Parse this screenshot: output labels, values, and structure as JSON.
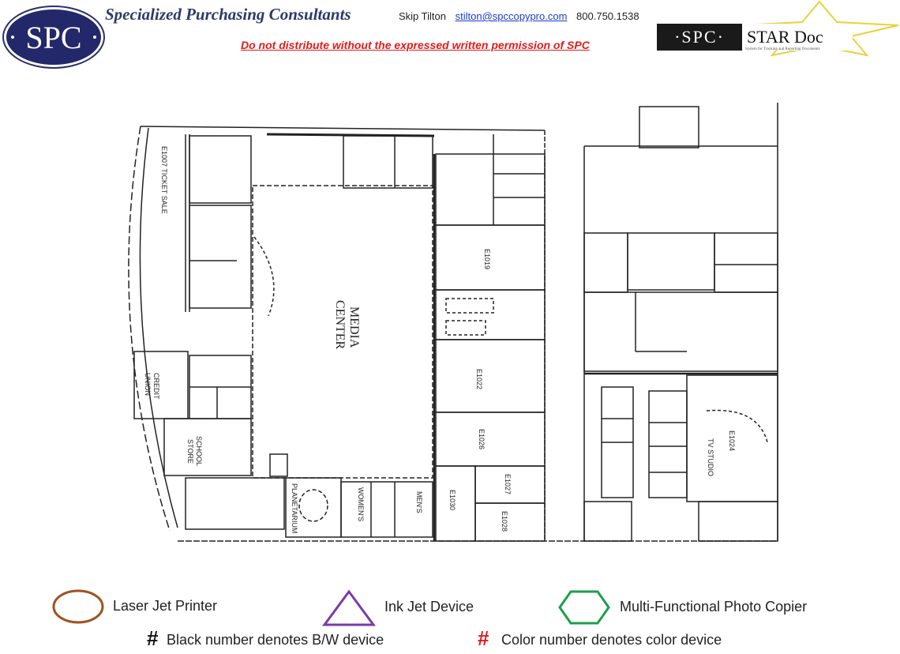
{
  "header": {
    "logo_text": "SPC",
    "company": "Specialized Purchasing Consultants",
    "contact_name": "Skip Tilton",
    "contact_email": "stilton@spccopypro.com",
    "contact_phone": "800.750.1538",
    "warning": "Do not distribute without the expressed written permission of SPC",
    "star_logo": {
      "left": "SPC",
      "right": "STAR Doc",
      "tagline": "System for Tracking and Reporting Documents"
    }
  },
  "floorplan": {
    "rooms": {
      "ticket_sale": "E1007 TICKET SALE",
      "credit_union_1": "CREDIT",
      "credit_union_2": "UNION",
      "school_store_1": "SCHOOL",
      "school_store_2": "STORE",
      "media_center_1": "MEDIA",
      "media_center_2": "CENTER",
      "planetarium": "PLANETARIUM",
      "womens": "WOMEN'S",
      "mens": "MEN'S",
      "e1019": "E1019",
      "e1022": "E1022",
      "e1026": "E1026",
      "e1027": "E1027",
      "e1028": "E1028",
      "e1030": "E1030",
      "e1024": "E1024",
      "tv_studio": "TV STUDIO"
    }
  },
  "legend": {
    "laser": "Laser Jet Printer",
    "inkjet": "Ink Jet Device",
    "mfp": "Multi-Functional Photo Copier",
    "bw_symbol": "#",
    "bw": "Black number denotes B/W device",
    "color_symbol": "#",
    "color": "Color number denotes color device",
    "colors": {
      "laser": "#a0521e",
      "inkjet": "#7b3aa8",
      "mfp": "#1e9e4a",
      "color_hash": "#e01b1b"
    }
  }
}
